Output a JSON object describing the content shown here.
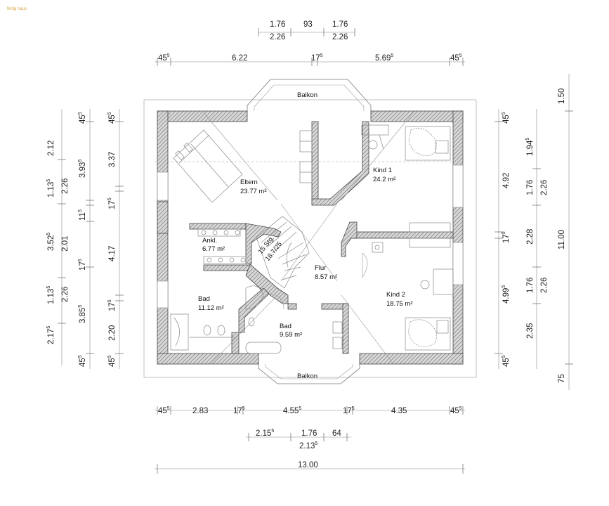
{
  "watermark": "fertig haus",
  "top_dims": {
    "row1": [
      "1.76",
      "93",
      "1.76"
    ],
    "row2": [
      "2.26",
      "2.26"
    ],
    "row3": [
      "45",
      "6.22",
      "17",
      "5.69",
      "45"
    ],
    "row3_sup": [
      "5",
      "",
      "5",
      "5",
      "5"
    ]
  },
  "bottom_dims": {
    "row1": [
      "45",
      "2.83",
      "17",
      "4.55",
      "17",
      "4.35",
      "45"
    ],
    "row1_sup": [
      "5",
      "",
      "5",
      "5",
      "5",
      "",
      "5"
    ],
    "row2": [
      "2.15",
      "1.76",
      "64"
    ],
    "row2_sup": [
      "5",
      "",
      ""
    ],
    "row3": [
      "2.13"
    ],
    "row3_sup": [
      "5"
    ],
    "total": "13.00"
  },
  "left_dims": {
    "col1": [
      "2.12",
      "1.13",
      "3.52",
      "1.13",
      "2.17"
    ],
    "col1_sup": [
      "",
      "5",
      "5",
      "5",
      "5"
    ],
    "col2": [
      "2.26",
      "2.01",
      "2.26"
    ],
    "col3": [
      "45",
      "3.93",
      "11",
      "17",
      "3.85",
      "45"
    ],
    "col3_sup": [
      "5",
      "5",
      "5",
      "5",
      "5",
      "5"
    ],
    "col4": [
      "45",
      "3.37",
      "17",
      "4.17",
      "17",
      "2.20",
      "45"
    ],
    "col4_sup": [
      "5",
      "",
      "5",
      "",
      "5",
      "",
      "5"
    ]
  },
  "right_dims": {
    "col1": [
      "45",
      "4.92",
      "17",
      "4.99",
      "45"
    ],
    "col1_sup": [
      "5",
      "",
      "5",
      "5",
      "5"
    ],
    "col2": [
      "1.94",
      "1.76",
      "2.28",
      "1.76",
      "2.35"
    ],
    "col2_sup": [
      "5",
      "",
      "",
      "",
      ""
    ],
    "col3": [
      "2.26",
      "2.26"
    ],
    "col4": [
      "1.50",
      "11.00",
      "75"
    ]
  },
  "rooms": {
    "eltern": {
      "name": "Eltern",
      "area": "23.77 m²"
    },
    "kind1": {
      "name": "Kind 1",
      "area": "24.2 m²"
    },
    "ankl": {
      "name": "Ankl.",
      "area": "6.77 m²"
    },
    "flur": {
      "name": "Flur",
      "area": "8.57 m²"
    },
    "kind2": {
      "name": "Kind 2",
      "area": "18.75 m²"
    },
    "bad1": {
      "name": "Bad",
      "area": "11.12 m²"
    },
    "bad2": {
      "name": "Bad",
      "area": "9.59 m²"
    },
    "stair": {
      "line1": "15 Stg.",
      "line2": "18.7/25"
    }
  },
  "balconies": {
    "top": "Balkon",
    "bottom": "Balkon"
  }
}
